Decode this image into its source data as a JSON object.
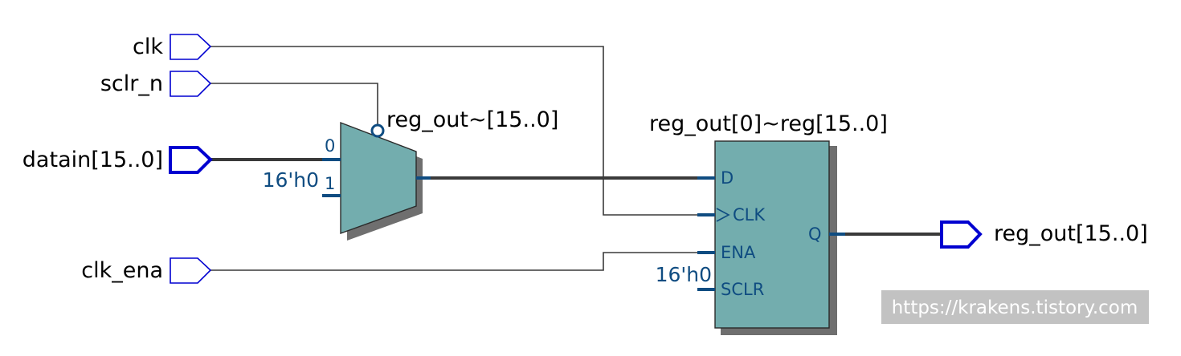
{
  "ports": {
    "clk": "clk",
    "sclr_n": "sclr_n",
    "datain": "datain[15..0]",
    "clk_ena": "clk_ena",
    "reg_out": "reg_out[15..0]"
  },
  "mux": {
    "name": "reg_out~[15..0]",
    "input0": "0",
    "input1": "1",
    "const": "16'h0"
  },
  "register": {
    "name": "reg_out[0]~reg[15..0]",
    "pin_d": "D",
    "pin_clk": "CLK",
    "pin_ena": "ENA",
    "pin_sclr": "SCLR",
    "pin_q": "Q",
    "sclr_const": "16'h0"
  },
  "watermark": "https://krakens.tistory.com",
  "colors": {
    "block_fill": "#73adae",
    "block_shadow": "#6f6f6f",
    "port_stroke": "#0000d0",
    "pin_color": "#0f4c81",
    "wire": "#3a3a3a"
  }
}
